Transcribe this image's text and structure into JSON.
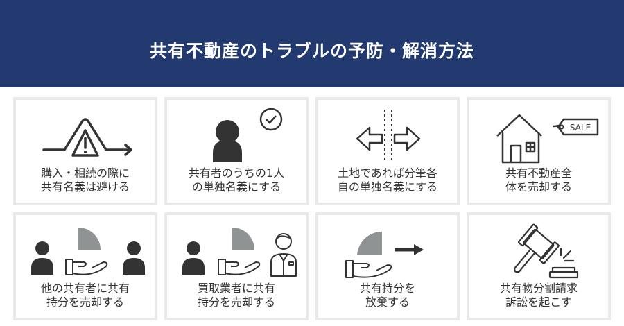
{
  "header": {
    "title": "共有不動産のトラブルの予防・解消方法"
  },
  "colors": {
    "header_bg": "#233a70",
    "card_border": "#e8e9e9",
    "icon_dark": "#333333",
    "icon_gray": "#8f9393"
  },
  "cards": [
    {
      "icon": "warning-detour-icon",
      "label": "購入・相続の際に\n共有名義は避ける"
    },
    {
      "icon": "person-check-icon",
      "label": "共有者のうちの1人\nの単独名義にする"
    },
    {
      "icon": "split-arrows-icon",
      "label": "土地であれば分筆各\n自の単独名義にする"
    },
    {
      "icon": "house-sale-icon",
      "label": "共有不動産全\n体を売却する",
      "tag": "SALE"
    },
    {
      "icon": "share-to-coowner-icon",
      "label": "他の共有者に共有\n持分を売却する"
    },
    {
      "icon": "share-to-buyer-icon",
      "label": "買取業者に共有\n持分を売却する"
    },
    {
      "icon": "abandon-share-icon",
      "label": "共有持分を\n放棄する"
    },
    {
      "icon": "gavel-icon",
      "label": "共有物分割請求\n訴訟を起こす"
    }
  ]
}
